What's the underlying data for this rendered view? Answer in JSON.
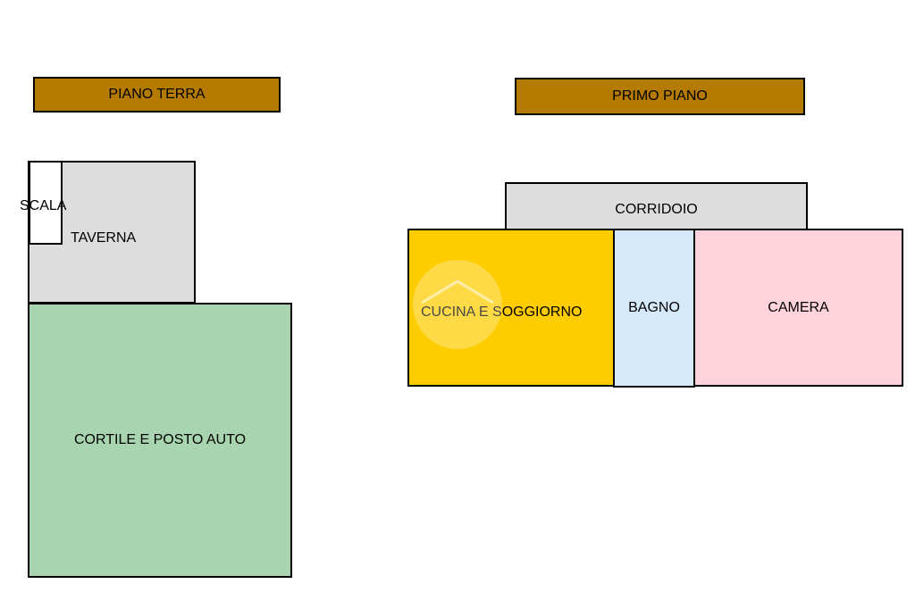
{
  "ground_floor": {
    "title": "PIANO TERRA",
    "title_color": "#B57A00",
    "rooms": {
      "taverna": {
        "label": "TAVERNA",
        "color": "#DDDDDD"
      },
      "scala": {
        "label": "SCALA",
        "color": "#FFFFFF"
      },
      "cortile": {
        "label": "CORTILE E POSTO AUTO",
        "color": "#A8D5B0"
      }
    }
  },
  "first_floor": {
    "title": "PRIMO PIANO",
    "title_color": "#B57A00",
    "rooms": {
      "corridoio": {
        "label": "CORRIDOIO",
        "color": "#DDDDDD"
      },
      "cucina": {
        "label": "CUCINA E SOGGIORNO",
        "color": "#FFCC00"
      },
      "bagno": {
        "label": "BAGNO",
        "color": "#D6E9FB"
      },
      "camera": {
        "label": "CAMERA",
        "color": "#FFD3DC"
      }
    }
  },
  "watermark": {
    "icon": "house-logo-icon"
  }
}
